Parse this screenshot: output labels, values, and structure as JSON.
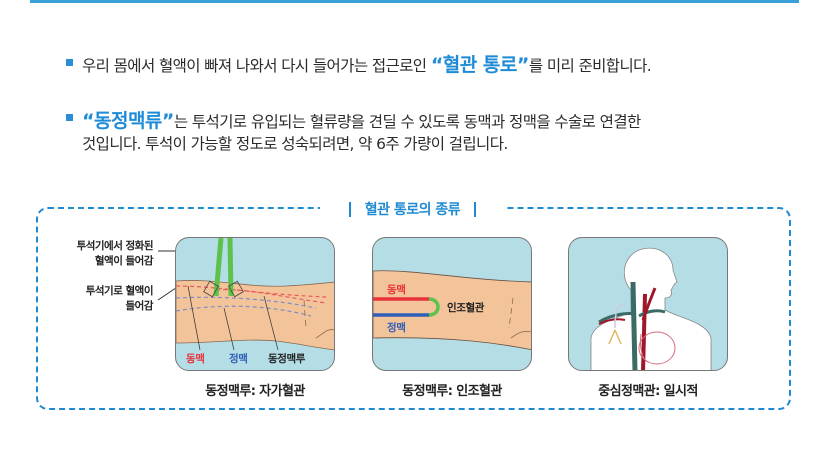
{
  "colors": {
    "accent": "#1e8ad2",
    "top_bar": "#3aa0d8",
    "artery": "#e8333a",
    "vein": "#2f5fb8",
    "graft": "#5cc24a",
    "skin": "#f3c49a",
    "panel_bg": "#b4dde6"
  },
  "paragraphs": [
    {
      "before": "우리 몸에서 혈액이 빠져 나와서 다시 들어가는 접근로인 ",
      "highlight": "“혈관 통로”",
      "after": "를 미리 준비합니다."
    },
    {
      "highlight": "“동정맥류”",
      "after": "는 투석기로 유입되는 혈류량을 견딜 수 있도록 동맥과 정맥을 수술로 연결한",
      "line2": "것입니다. 투석이 가능할 정도로 성숙되려면, 약 6주 가량이 걸립니다."
    }
  ],
  "diagram": {
    "title": "혈관 통로의 종류",
    "side_labels": [
      {
        "line1": "투석기에서 정화된",
        "line2": "혈액이 들어감"
      },
      {
        "line1": "투석기로 혈액이",
        "line2": "들어감"
      }
    ],
    "panels": [
      {
        "caption": "동정맥루: 자가혈관",
        "labels": {
          "artery": "동맥",
          "vein": "정맥",
          "fistula": "동정맥루"
        }
      },
      {
        "caption": "동정맥루: 인조혈관",
        "labels": {
          "artery": "동맥",
          "vein": "정맥",
          "graft": "인조혈관"
        }
      },
      {
        "caption": "중심정맥관: 일시적"
      }
    ]
  }
}
